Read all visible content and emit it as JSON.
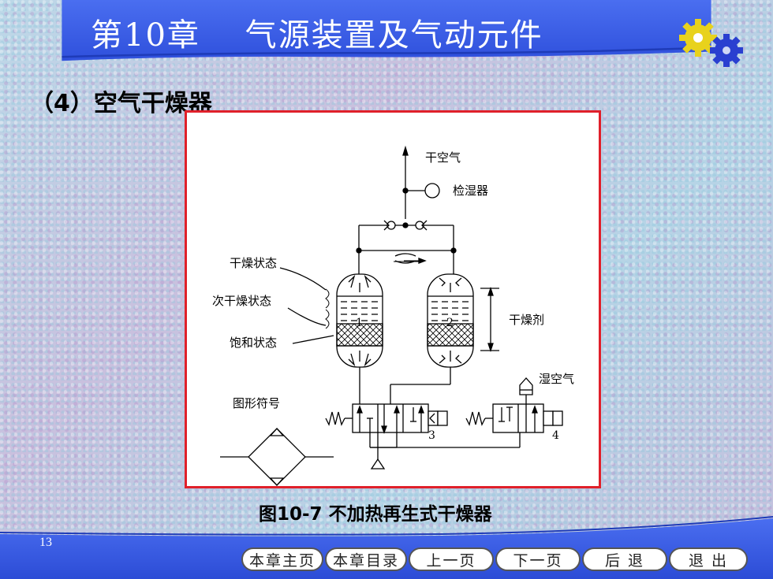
{
  "header": {
    "title": "第10章　 气源装置及气动元件"
  },
  "section": {
    "heading": "（4）空气干燥器"
  },
  "diagram": {
    "label_dry_air": "干空气",
    "label_hygrometer": "检湿器",
    "label_dry_state": "干燥状态",
    "label_sub_dry_state": "次干燥状态",
    "label_saturated_state": "饱和状态",
    "label_desiccant": "干燥剂",
    "label_wet_air": "湿空气",
    "label_symbol": "图形符号",
    "tower_1": "1",
    "tower_2": "2",
    "valve_3": "3",
    "valve_4": "4"
  },
  "figure": {
    "caption": "图10-7 不加热再生式干燥器"
  },
  "footer": {
    "page_number": "13",
    "nav": {
      "home": "本章主页",
      "contents": "本章目录",
      "prev": "上一页",
      "next": "下一页",
      "back": "后 退",
      "exit": "退 出"
    }
  },
  "colors": {
    "title_bar": "#3b5ee8",
    "frame_border": "#e0202a",
    "gear_yellow": "#e8d21c",
    "gear_blue": "#2a3fd0"
  }
}
